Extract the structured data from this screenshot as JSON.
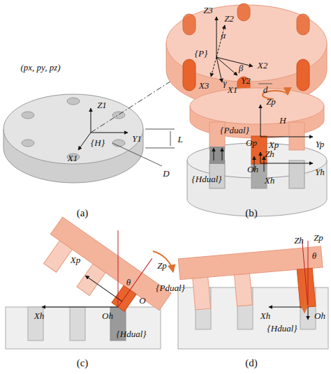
{
  "diagram": {
    "labels": [
      "(px, py, pz)",
      "Z3",
      "Z2",
      "α",
      "{P}",
      "β",
      "X2",
      "γ",
      "X3",
      "X1",
      "Y2",
      "d",
      "H",
      "Z1",
      "{H}",
      "Y1",
      "X1",
      "L",
      "D",
      "(a)",
      "Zp",
      "{Pdual}",
      "Op",
      "Xp",
      "Yp",
      "Zh",
      "Yh",
      "Oh",
      "Xh",
      "{Hdual}",
      "(b)",
      "Xp",
      "Zp",
      "θ",
      "{Pdual}",
      "O",
      "Xh",
      "Oh",
      "{Hdual}",
      "(c)",
      "Zh",
      "θ",
      "Zp",
      "Xh",
      "Oh",
      "{Hdual}",
      "(d)"
    ]
  }
}
